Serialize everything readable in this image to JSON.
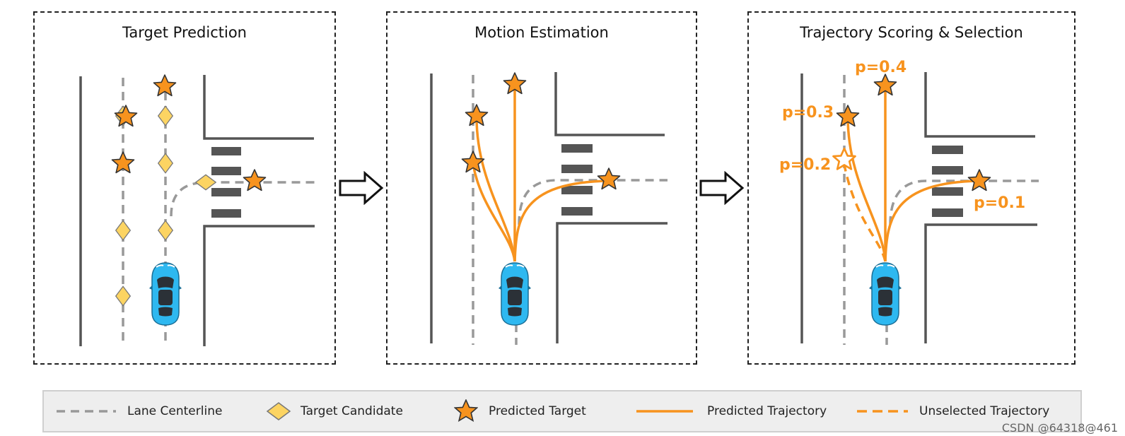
{
  "panels": [
    {
      "title": "Target Prediction"
    },
    {
      "title": "Motion Estimation"
    },
    {
      "title": "Trajectory Scoring & Selection"
    }
  ],
  "probabilities": [
    "p=0.4",
    "p=0.3",
    "p=0.2",
    "p=0.1"
  ],
  "legend": {
    "lane_centerline": "Lane Centerline",
    "target_candidate": "Target Candidate",
    "predicted_target": "Predicted Target",
    "predicted_trajectory": "Predicted Trajectory",
    "unselected_trajectory": "Unselected Trajectory"
  },
  "watermark": "CSDN @64318@461",
  "colors": {
    "orange": "#f7931e",
    "candidate_fill": "#fcd462",
    "car_blue": "#2eb8f0",
    "road": "#555555",
    "lane": "#999999"
  }
}
